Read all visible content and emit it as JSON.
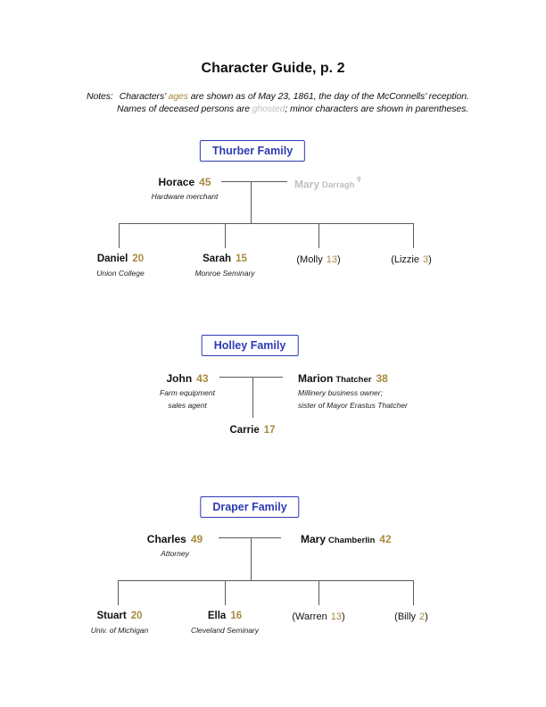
{
  "page": {
    "title": "Character Guide, p. 2",
    "notes": {
      "label": "Notes:",
      "line1_pre": "Characters’ ",
      "line1_gold": "ages",
      "line1_post": " are shown as of May 23, 1861, the day of the McConnells’ reception.",
      "line2_pre": "Names of deceased persons are ",
      "line2_ghost": "ghosted",
      "line2_post": "; minor characters are shown in parentheses."
    }
  },
  "colors": {
    "accent_blue": "#2e3bb3",
    "age_gold": "#a8893f",
    "ghost_gray": "#bfbfbf",
    "line_gray": "#5a5a5a"
  },
  "families": [
    {
      "label": "Thurber Family",
      "father": {
        "name": "Horace",
        "age": "45",
        "desc1": "Hardware merchant"
      },
      "mother": {
        "name": "Mary",
        "surname": "Darragh",
        "deceased_symbol": "✟"
      },
      "children": [
        {
          "open": "",
          "name": "Daniel",
          "age": "20",
          "close": "",
          "desc": "Union College"
        },
        {
          "open": "",
          "name": "Sarah",
          "age": "15",
          "close": "",
          "desc": "Monroe Seminary"
        },
        {
          "open": "(",
          "name": "Molly",
          "age": "13",
          "close": ")"
        },
        {
          "open": "(",
          "name": "Lizzie",
          "age": "3",
          "close": ")"
        }
      ]
    },
    {
      "label": "Holley Family",
      "father": {
        "name": "John",
        "age": "43",
        "desc1": "Farm equipment",
        "desc2": "sales agent"
      },
      "mother": {
        "name": "Marion",
        "surname": "Thatcher",
        "age": "38",
        "desc1": "Millinery business owner;",
        "desc2": "sister of Mayor Erastus Thatcher"
      },
      "children": [
        {
          "open": "",
          "name": "Carrie",
          "age": "17",
          "close": ""
        }
      ]
    },
    {
      "label": "Draper Family",
      "father": {
        "name": "Charles",
        "age": "49",
        "desc1": "Attorney"
      },
      "mother": {
        "name": "Mary",
        "surname": "Chamberlin",
        "age": "42"
      },
      "children": [
        {
          "open": "",
          "name": "Stuart",
          "age": "20",
          "close": "",
          "desc": "Univ. of Michigan"
        },
        {
          "open": "",
          "name": "Ella",
          "age": "16",
          "close": "",
          "desc": "Cleveland Seminary"
        },
        {
          "open": "(",
          "name": "Warren",
          "age": "13",
          "close": ")"
        },
        {
          "open": "(",
          "name": "Billy",
          "age": "2",
          "close": ")"
        }
      ]
    }
  ]
}
